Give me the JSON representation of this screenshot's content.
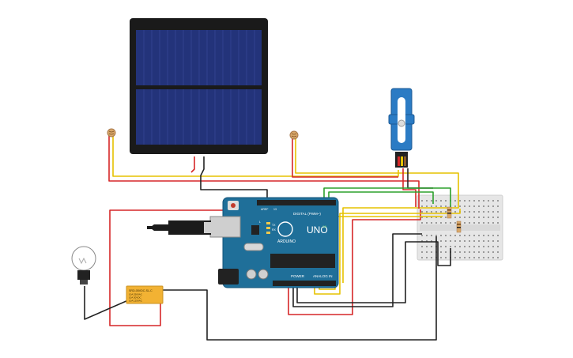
{
  "board": {
    "logo": "UNO",
    "brand": "ARDUINO",
    "digital_label": "DIGITAL (PWM~)",
    "power_label": "POWER",
    "analog_label": "ANALOG IN",
    "tx_label": "TX",
    "rx_label": "RX",
    "l_label": "L",
    "on_label": "ON",
    "pin13_label": "13",
    "aref_label": "AREF"
  },
  "relay": {
    "line1": "SRD-05VDC-SL-C",
    "line2": "10A 250VAC",
    "line3": "10A 30VDC",
    "line4": "10A 125VAC"
  },
  "colors": {
    "wire_red": "#d62728",
    "wire_yellow": "#e6c200",
    "wire_black": "#222222",
    "wire_green": "#2ca02c",
    "board": "#1f6f99",
    "solar_panel": "#1b2a66",
    "servo": "#2b7bc4",
    "breadboard": "#e8e8e8",
    "relay": "#f2b233"
  },
  "components": {
    "solar_panel": "solar-panel",
    "ldr_left": "photoresistor",
    "ldr_right": "photoresistor",
    "servo": "micro-servo",
    "bulb": "light-bulb",
    "relay": "relay-module",
    "breadboard": "mini-breadboard",
    "arduino": "arduino-uno",
    "usb": "usb-cable",
    "resistors": "resistor"
  }
}
